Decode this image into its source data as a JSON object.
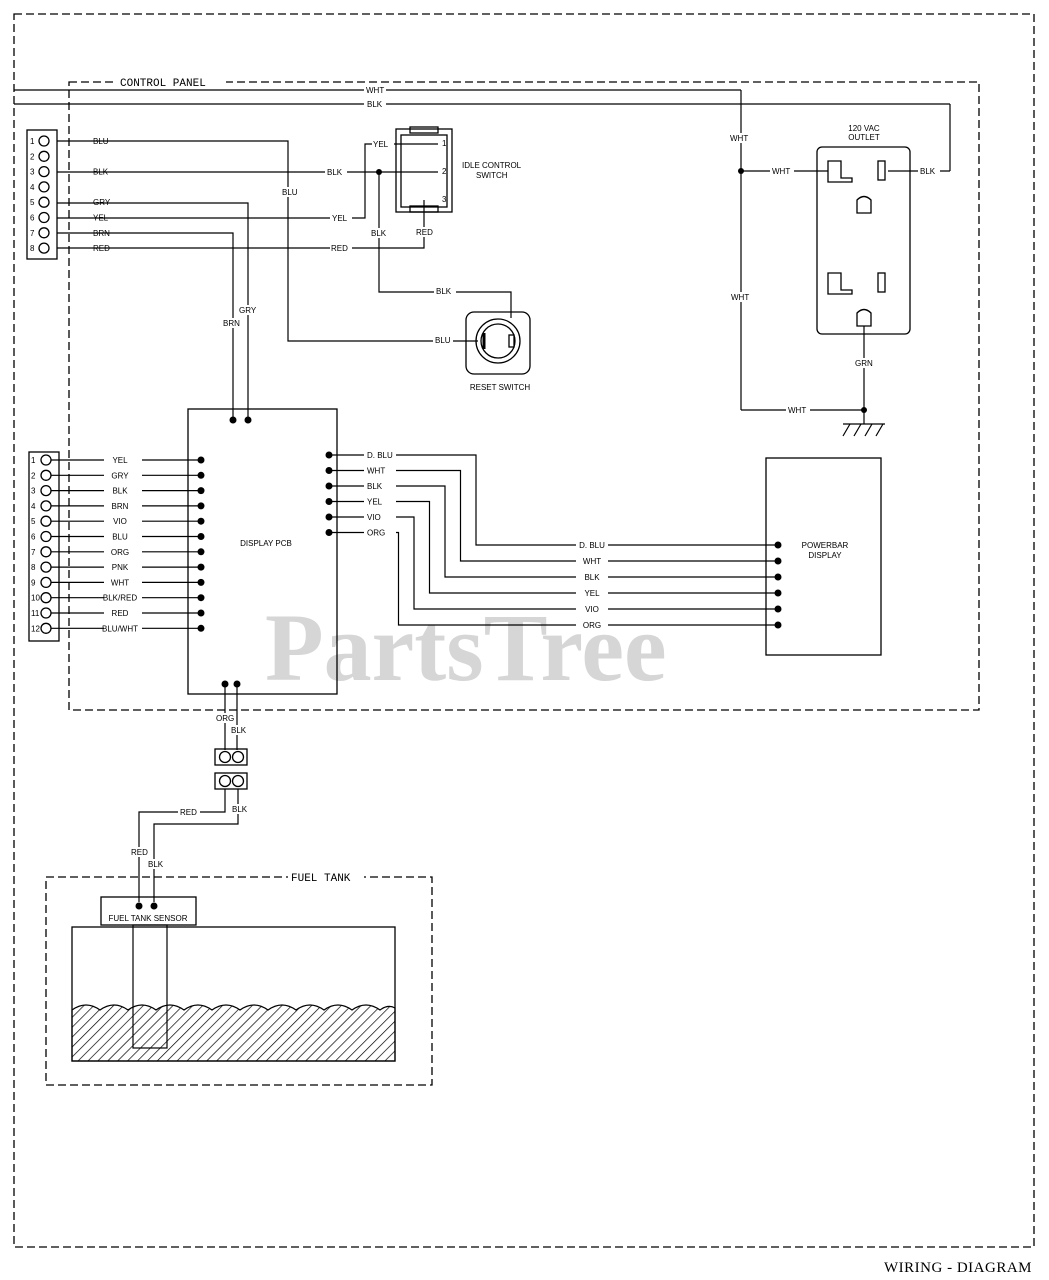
{
  "footer_title": "WIRING - DIAGRAM",
  "watermark": "PartsTree",
  "sections": {
    "control_panel": "CONTROL PANEL",
    "fuel_tank": "FUEL TANK"
  },
  "components": {
    "idle_switch_line1": "IDLE CONTROL",
    "idle_switch_line2": "SWITCH",
    "idle_switch_pins": [
      "1",
      "2",
      "3"
    ],
    "outlet_line1": "120 VAC",
    "outlet_line2": "OUTLET",
    "reset_switch": "RESET SWITCH",
    "display_pcb": "DISPLAY PCB",
    "powerbar_line1": "POWERBAR",
    "powerbar_line2": "DISPLAY",
    "fuel_sensor": "FUEL TANK SENSOR"
  },
  "connector_top": {
    "pins": [
      "1",
      "2",
      "3",
      "4",
      "5",
      "6",
      "7",
      "8"
    ],
    "wires": [
      "BLU",
      "",
      "BLK",
      "",
      "GRY",
      "YEL",
      "BRN",
      "RED"
    ]
  },
  "connector_bottom": {
    "pins": [
      "1",
      "2",
      "3",
      "4",
      "5",
      "6",
      "7",
      "8",
      "9",
      "10",
      "11",
      "12"
    ],
    "wires": [
      "YEL",
      "GRY",
      "BLK",
      "BRN",
      "VIO",
      "BLU",
      "ORG",
      "PNK",
      "WHT",
      "BLK/RED",
      "RED",
      "BLU/WHT"
    ]
  },
  "pcb_right_wires": [
    "D. BLU",
    "WHT",
    "BLK",
    "YEL",
    "VIO",
    "ORG"
  ],
  "powerbar_wires": [
    "D. BLU",
    "WHT",
    "BLK",
    "YEL",
    "VIO",
    "ORG"
  ],
  "wire_labels": {
    "top_wht": "WHT",
    "top_blk": "BLK",
    "wht_vertical": "WHT",
    "wht_outlet": "WHT",
    "wht_lower": "WHT",
    "wht_ground": "WHT",
    "blk_outlet": "BLK",
    "grn": "GRN",
    "blu_vertical": "BLU",
    "blk_switch": "BLK",
    "yel_switch": "YEL",
    "yel_switch_top": "YEL",
    "red_switch": "RED",
    "red_mid": "RED",
    "blk_down": "BLK",
    "blk_reset": "BLK",
    "blu_reset": "BLU",
    "gry_vertical": "GRY",
    "brn_vertical": "BRN",
    "pcb_org": "ORG",
    "pcb_blk": "BLK",
    "plug_blk": "BLK",
    "plug_red": "RED",
    "sensor_red": "RED",
    "sensor_blk": "BLK"
  }
}
